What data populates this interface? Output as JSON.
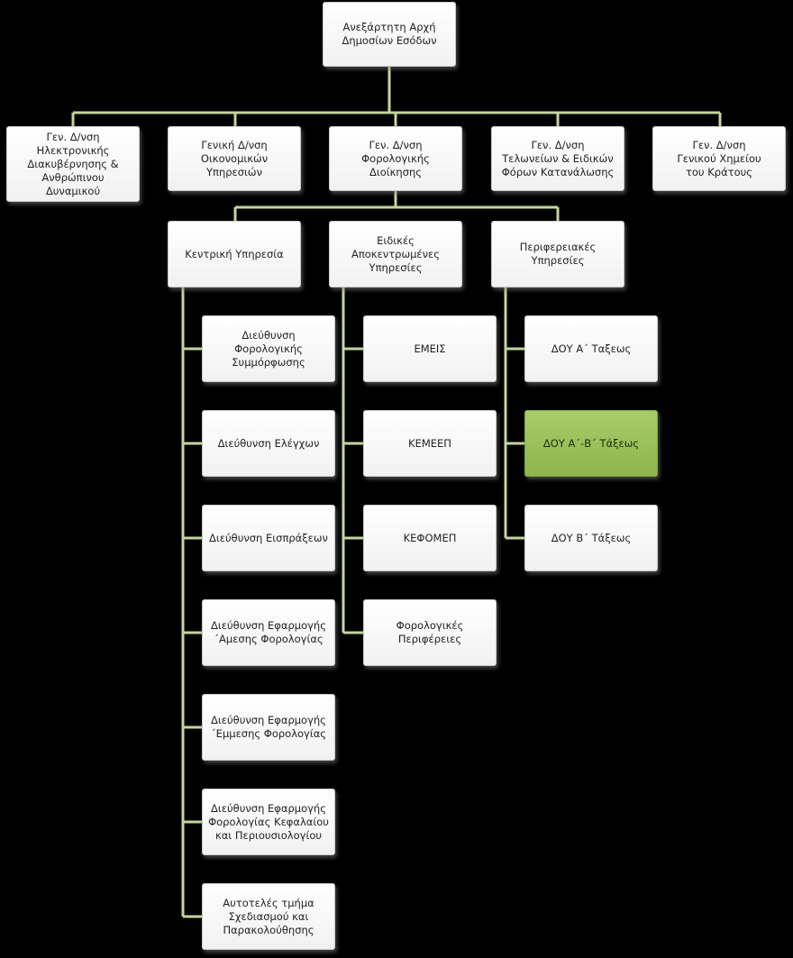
{
  "colors": {
    "connector": "#c3d69b",
    "highlight": "#9bbb59",
    "box": "#ffffff",
    "background": "#000000"
  },
  "root": {
    "label": "Ανεξάρτητη Αρχή\nΔημοσίων Εσόδων"
  },
  "general_directorates": [
    {
      "label": "Γεν. Δ/νση\nΗλεκτρονικής\nΔιακυβέρνησης &\nΑνθρώπινου\nΔυναμικού"
    },
    {
      "label": "Γενική Δ/νση\nΟικονομικών Υπηρεσιών"
    },
    {
      "label": "Γεν. Δ/νση\nΦορολογικής\nΔιοίκησης"
    },
    {
      "label": "Γεν. Δ/νση\nΤελωνείων & Ειδικών\nΦόρων Κατανάλωσης"
    },
    {
      "label": "Γεν. Δ/νση\nΓενικού Χημείου\nτου Κράτους"
    }
  ],
  "services": [
    {
      "label": "Κεντρική Υπηρεσία"
    },
    {
      "label": "Ειδικές\nΑποκεντρωμένες\nΥπηρεσίες"
    },
    {
      "label": "Περιφερειακές\nΥπηρεσίες"
    }
  ],
  "central_units": [
    {
      "label": "Διεύθυνση\nΦορολογικής\nΣυμμόρφωσης"
    },
    {
      "label": "Διεύθυνση Ελέγχων"
    },
    {
      "label": "Διεύθυνση Εισπράξεων"
    },
    {
      "label": "Διεύθυνση Εφαρμογής\n΄Αμεσης Φορολογίας"
    },
    {
      "label": "Διεύθυνση Εφαρμογής\n΄Εμμεσης Φορολογίας"
    },
    {
      "label": "Διεύθυνση Εφαρμογής\nΦορολογίας Κεφαλαίου\nκαι Περιουσιολογίου"
    },
    {
      "label": "Αυτοτελές τμήμα\nΣχεδιασμού και\nΠαρακολούθησης"
    }
  ],
  "special_units": [
    {
      "label": "ΕΜΕΙΣ"
    },
    {
      "label": "ΚΕΜΕΕΠ"
    },
    {
      "label": "ΚΕΦΟΜΕΠ"
    },
    {
      "label": "Φορολογικές\nΠεριφέρειες"
    }
  ],
  "regional_units": [
    {
      "label": "ΔΟΥ Α΄ Ταξεως"
    },
    {
      "label": "ΔΟΥ Α΄-Β΄ Τάξεως"
    },
    {
      "label": "ΔΟΥ Β΄ Τάξεως"
    }
  ]
}
